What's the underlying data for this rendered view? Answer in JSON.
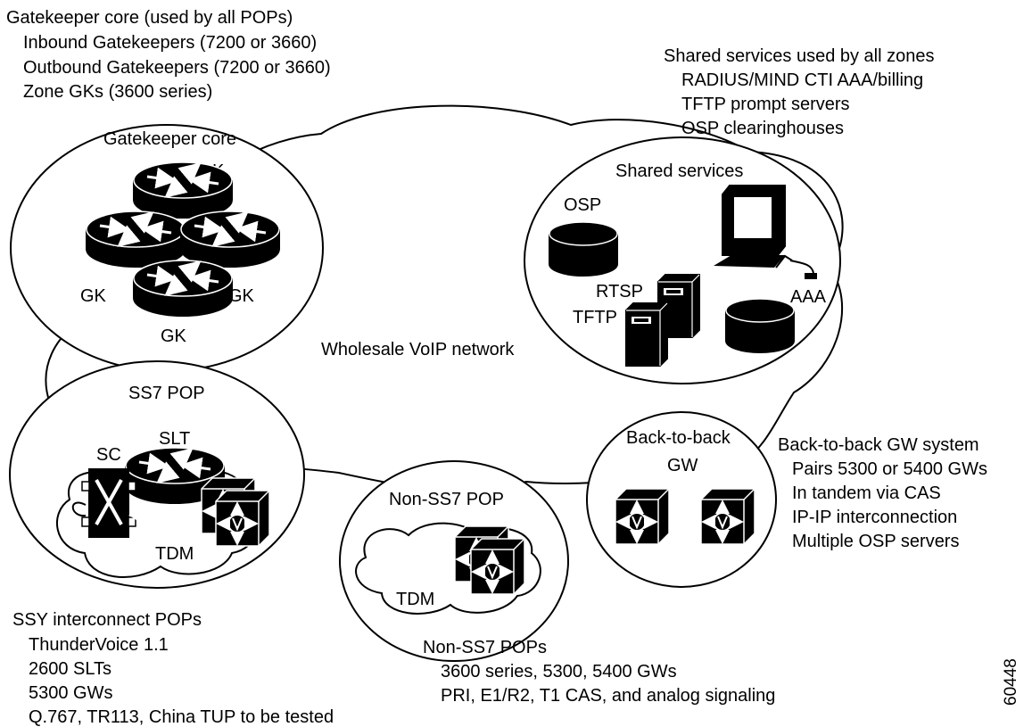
{
  "core_notes": {
    "title": "Gatekeeper core (used by all POPs)",
    "lines": [
      "Inbound Gatekeepers (7200 or 3660)",
      "Outbound Gatekeepers (7200 or 3660)",
      "Zone GKs (3600 series)"
    ]
  },
  "shared_notes": {
    "title": "Shared services used by all zones",
    "lines": [
      "RADIUS/MIND CTI AAA/billing",
      "TFTP prompt servers",
      "OSP clearinghouses"
    ]
  },
  "gatekeeper_core": {
    "title": "Gatekeeper core",
    "dgk_label": "DGK",
    "gk_left_label": "GK",
    "gk_right_label": "GK",
    "gk_bottom_label": "GK"
  },
  "shared_services": {
    "title": "Shared services",
    "osp_label": "OSP",
    "rtsp_label": "RTSP",
    "tftp_label": "TFTP",
    "aaa_label": "AAA"
  },
  "network_label": "Wholesale VoIP network",
  "ss7_pop": {
    "title": "SS7 POP",
    "sc_label": "SC",
    "slt_label": "SLT",
    "tdm_label": "TDM"
  },
  "non_ss7_pop": {
    "title": "Non-SS7 POP",
    "tdm_label": "TDM"
  },
  "b2b": {
    "title_line1": "Back-to-back",
    "title_line2": "GW"
  },
  "b2b_notes": {
    "title": "Back-to-back GW system",
    "lines": [
      "Pairs 5300 or 5400 GWs",
      "In tandem via CAS",
      "IP-IP interconnection",
      "Multiple OSP servers"
    ]
  },
  "ssy_notes": {
    "title": "SSY interconnect POPs",
    "lines": [
      "ThunderVoice 1.1",
      "2600 SLTs",
      "5300 GWs",
      "Q.767, TR113, China TUP to be tested"
    ]
  },
  "non_ss7_notes": {
    "title": "Non-SS7 POPs",
    "lines": [
      "3600 series, 5300, 5400 GWs",
      "PRI, E1/R2, T1 CAS, and analog signaling"
    ]
  },
  "figure_id": "60448"
}
